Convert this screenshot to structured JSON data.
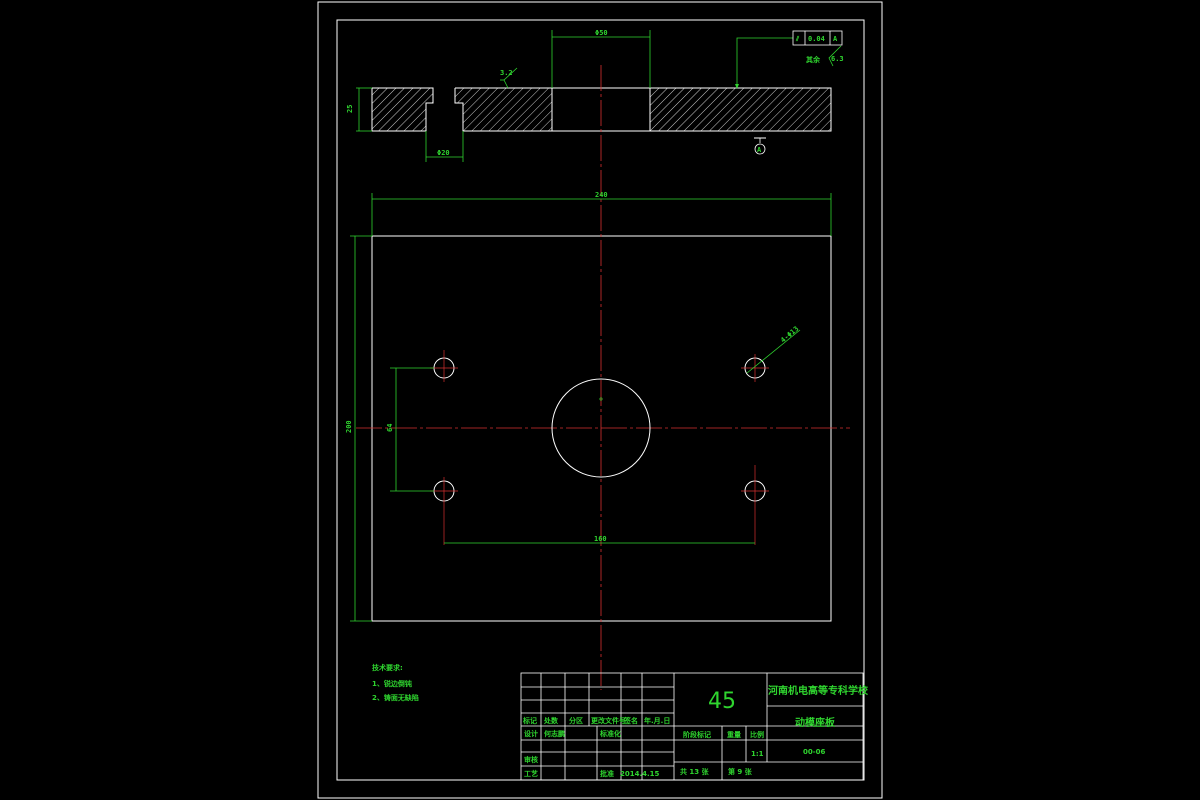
{
  "drawing": {
    "dimensions": {
      "hole_width_top": "Φ50",
      "thickness": "25",
      "counterbore_width": "Φ20",
      "overall_width": "240",
      "overall_height": "200",
      "hole_spacing_v": "64",
      "hole_spacing_h": "160",
      "hole_callout": "4-Φ13"
    },
    "roughness": {
      "top_face": "3.2",
      "other": "6.3",
      "other_label": "其余"
    },
    "tolerance": {
      "symbol": "⫽",
      "value": "0.04",
      "datum": "A"
    },
    "datum_label": "A"
  },
  "technical_notes": {
    "title": "技术要求:",
    "items": [
      "1、锐边倒钝",
      "2、铸面无缺陷"
    ]
  },
  "title_block": {
    "material": "45",
    "school": "河南机电高等专科学校",
    "part_name": "动模座板",
    "drawing_number": "00-06",
    "scale_label": "比例",
    "scale": "1:1",
    "weight_label": "重量",
    "stage_label": "阶段标记",
    "sheets_total": "共 13 张",
    "sheet_no": "第 9 张",
    "change_headers": [
      "标记",
      "处数",
      "分区",
      "更改文件号",
      "签名",
      "年.月.日"
    ],
    "design_label": "设计",
    "designer": "何志鹏",
    "standardize_label": "标准化",
    "check_label": "审核",
    "process_label": "工艺",
    "approve_label": "批准",
    "date": "2014.4.15"
  }
}
